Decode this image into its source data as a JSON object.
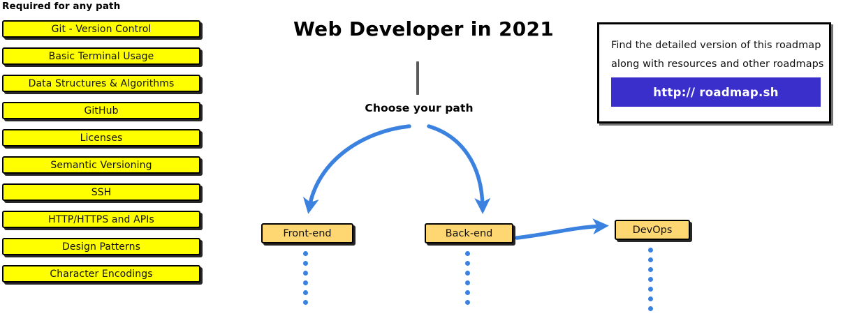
{
  "page": {
    "title": "Web Developer in 2021",
    "choose_label": "Choose your path"
  },
  "left_column": {
    "heading": "Required for any path",
    "accent_color": "#ffff00",
    "text_color": "#111111",
    "items": [
      {
        "label": "Git - Version Control"
      },
      {
        "label": "Basic Terminal Usage"
      },
      {
        "label": "Data Structures & Algorithms"
      },
      {
        "label": "GitHub"
      },
      {
        "label": "Licenses"
      },
      {
        "label": "Semantic Versioning"
      },
      {
        "label": "SSH"
      },
      {
        "label": "HTTP/HTTPS and APIs"
      },
      {
        "label": "Design Patterns"
      },
      {
        "label": "Character Encodings"
      }
    ]
  },
  "branches": {
    "accent_color": "#ffd772",
    "connector_color": "#3b82e0",
    "items": [
      {
        "label": "Front-end"
      },
      {
        "label": "Back-end"
      },
      {
        "label": "DevOps"
      }
    ]
  },
  "promo": {
    "line1": "Find the detailed version of this roadmap",
    "line2": "along with resources and other roadmaps",
    "button_label": "http:// roadmap.sh",
    "button_color": "#3b2fcc",
    "button_text_color": "#ffffff"
  }
}
